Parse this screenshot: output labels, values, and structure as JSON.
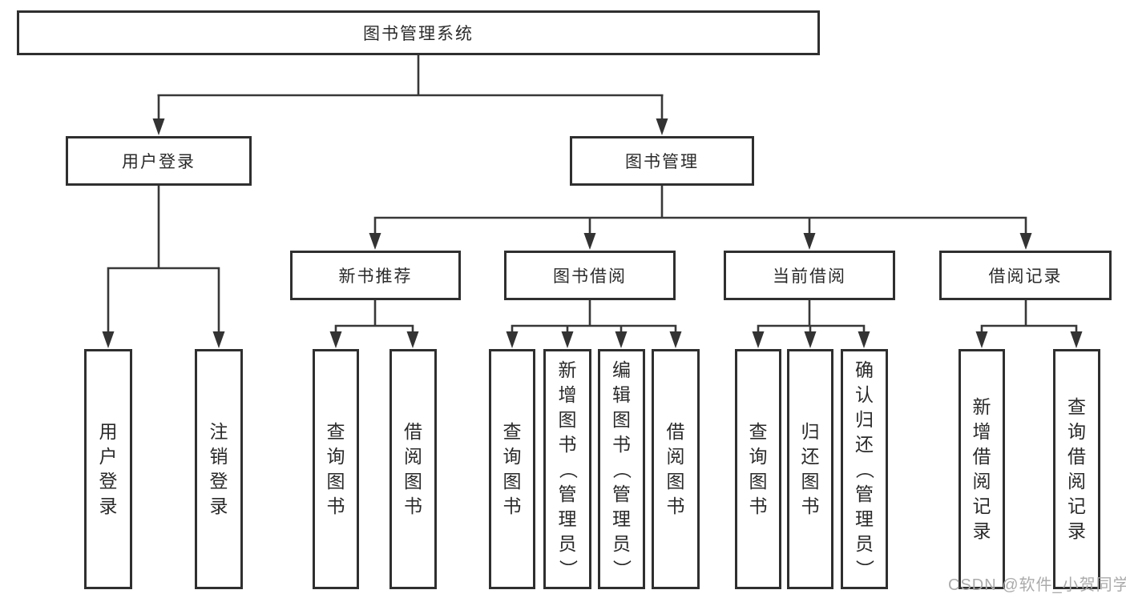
{
  "tree": {
    "root": "图书管理系统",
    "user_login": {
      "label": "用户登录",
      "leaves": [
        "用户登录",
        "注销登录"
      ]
    },
    "book_mgmt": {
      "label": "图书管理",
      "groups": [
        {
          "label": "新书推荐",
          "leaves": [
            "查询图书",
            "借阅图书"
          ]
        },
        {
          "label": "图书借阅",
          "leaves": [
            "查询图书",
            "新增图书（管理员）",
            "编辑图书（管理员）",
            "借阅图书"
          ]
        },
        {
          "label": "当前借阅",
          "leaves": [
            "查询图书",
            "归还图书",
            "确认归还（管理员）"
          ]
        },
        {
          "label": "借阅记录",
          "leaves": [
            "新增借阅记录",
            "查询借阅记录"
          ]
        }
      ]
    }
  },
  "watermark": "CSDN @软件_小贺同学",
  "colors": {
    "line": "#383838",
    "border": "#2f2f2f",
    "text": "#2a2a2a",
    "watermark": "#ababab"
  }
}
